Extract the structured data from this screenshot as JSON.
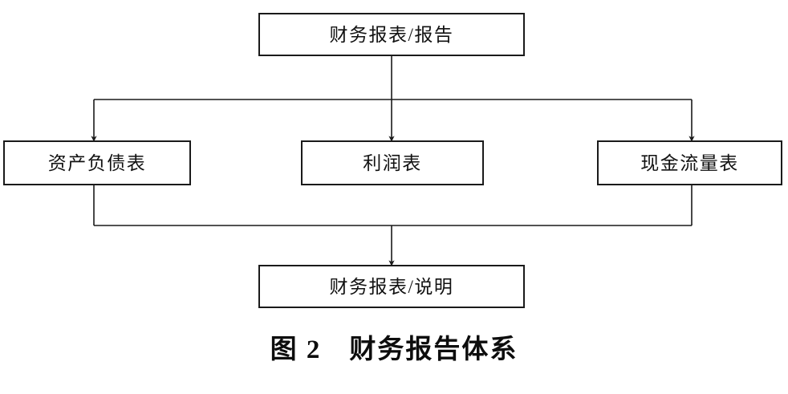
{
  "figure": {
    "caption": "图 2　财务报告体系",
    "caption_number": "图 2",
    "caption_title": "财务报告体系",
    "background_color": "#ffffff",
    "line_color": "#1a1a1a",
    "text_color": "#111111"
  },
  "diagram": {
    "type": "flowchart",
    "orientation": "top-down",
    "nodes": [
      {
        "id": "report",
        "label": "财务报表/报告",
        "level": "top"
      },
      {
        "id": "balance",
        "label": "资产负债表",
        "level": "middle"
      },
      {
        "id": "income",
        "label": "利润表",
        "level": "middle"
      },
      {
        "id": "cashflow",
        "label": "现金流量表",
        "level": "middle"
      },
      {
        "id": "notes",
        "label": "财务报表/说明",
        "level": "bottom"
      }
    ],
    "edges": [
      {
        "from": "report",
        "to": "balance",
        "style": "orthogonal",
        "arrow": "to"
      },
      {
        "from": "report",
        "to": "income",
        "style": "straight",
        "arrow": "to"
      },
      {
        "from": "report",
        "to": "cashflow",
        "style": "orthogonal",
        "arrow": "to"
      },
      {
        "from": "balance",
        "to": "notes",
        "style": "orthogonal",
        "arrow": "to"
      },
      {
        "from": "cashflow",
        "to": "notes",
        "style": "orthogonal",
        "arrow": "to"
      }
    ]
  }
}
